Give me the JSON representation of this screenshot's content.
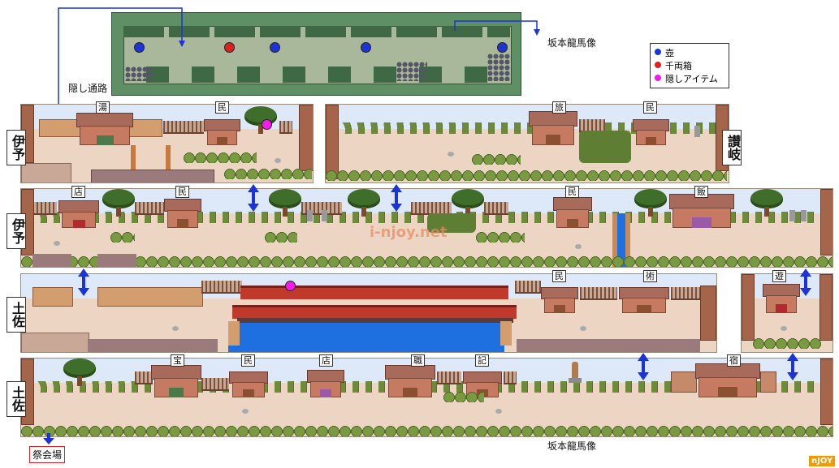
{
  "map": {
    "caption_top": "坂本龍馬像",
    "caption_bottom": "坂本龍馬像",
    "hidden_passage": "隠し通路",
    "exit": "祭会場",
    "watermark": "i-njoy.net",
    "logo": "nJOY"
  },
  "legend": {
    "items": [
      {
        "label": "壺",
        "color": "#1c33d6"
      },
      {
        "label": "千両箱",
        "color": "#e0201c"
      },
      {
        "label": "隠しアイテム",
        "color": "#f01ee8"
      }
    ]
  },
  "regions": {
    "iyo1": "伊予",
    "sanuki": "讃岐",
    "iyo2": "伊予",
    "tosa1": "土佐",
    "tosa2": "土佐"
  },
  "buildings": {
    "row1": {
      "yu": "湯",
      "min1": "民",
      "tabi": "旅",
      "min2": "民"
    },
    "row2": {
      "mise": "店",
      "min1": "民",
      "min2": "民",
      "meshi": "飯"
    },
    "row3": {
      "min": "民",
      "jutsu": "術",
      "asobi": "遊"
    },
    "row4": {
      "takara": "宝",
      "min1": "民",
      "mise": "店",
      "shoku": "職",
      "ki": "記",
      "yado": "宿"
    }
  }
}
